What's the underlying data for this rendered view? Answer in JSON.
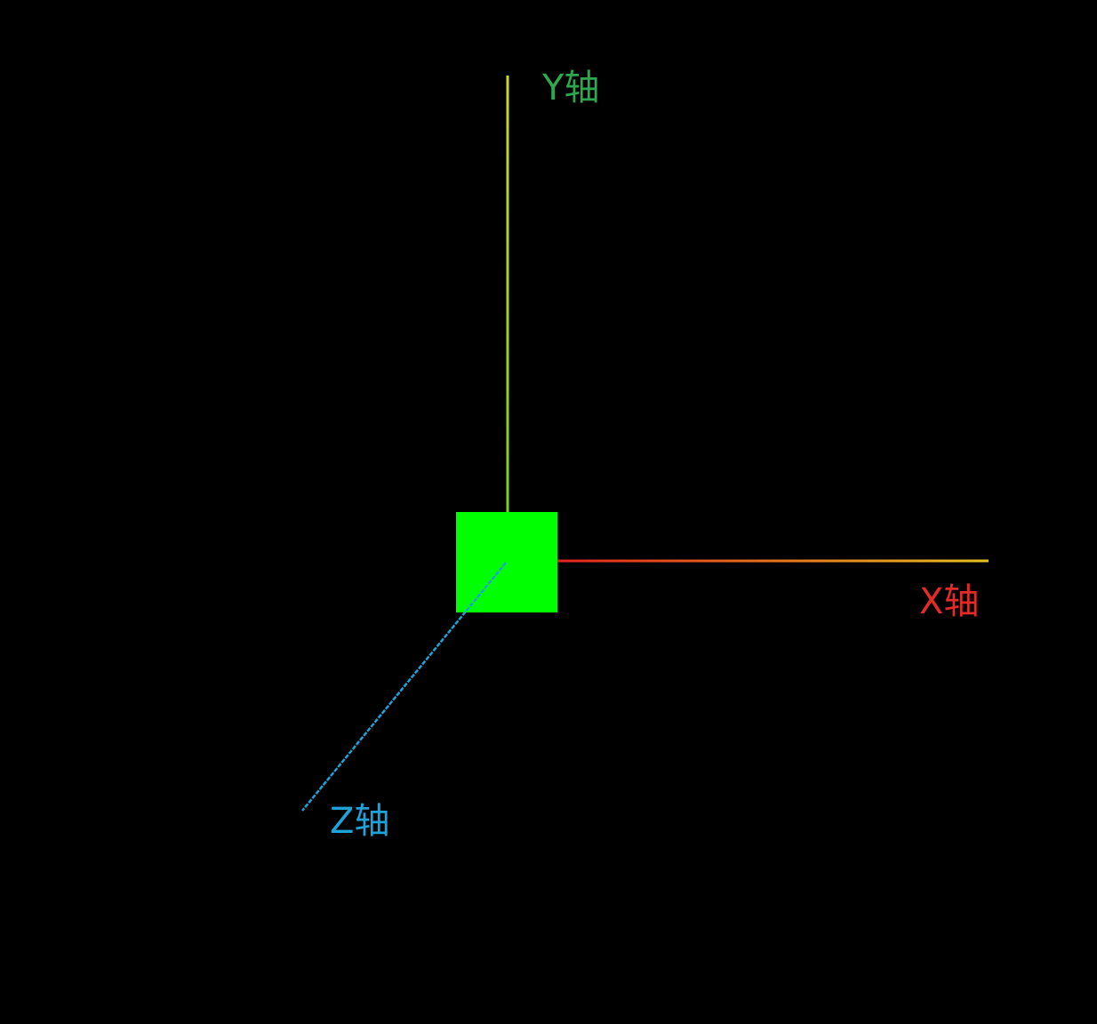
{
  "scene": {
    "background": "#000000",
    "cube_color": "#00FF00",
    "axes": {
      "x": {
        "label": "X轴",
        "color_start": "#E5231F",
        "color_end": "#E5C21F",
        "label_color": "#E52A2A"
      },
      "y": {
        "label": "Y轴",
        "color_start": "#7FCF1F",
        "color_end": "#CFD61F",
        "label_color": "#2EA84E"
      },
      "z": {
        "label": "Z轴",
        "color": "#1EA2D8",
        "label_color": "#1EA2D8"
      }
    }
  }
}
